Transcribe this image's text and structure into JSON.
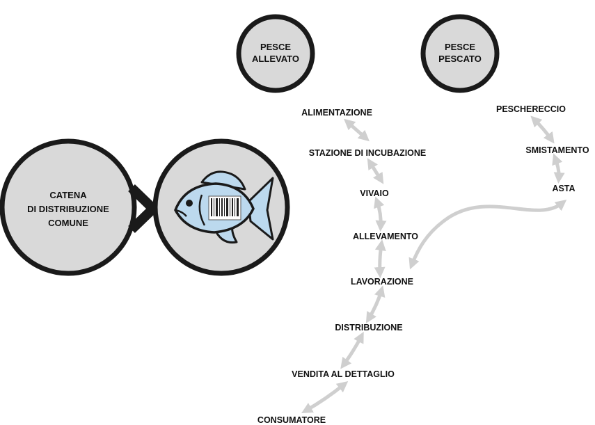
{
  "colors": {
    "circle_fill": "#d9d9d9",
    "circle_stroke": "#1a1a1a",
    "arrow": "#cfcfcf",
    "fish_body": "#bcd9ee",
    "text": "#111111"
  },
  "top_circles": {
    "farmed": [
      "PESCE",
      "ALLEVATO"
    ],
    "caught": [
      "PESCE",
      "PESCATO"
    ]
  },
  "left_circle": [
    "CATENA",
    "DI DISTRIBUZIONE",
    "COMUNE"
  ],
  "fish_icon": "fish-with-barcode-icon",
  "chevron_icon": "chevron-right-icon",
  "farmed_chain": [
    "ALIMENTAZIONE",
    "STAZIONE DI INCUBAZIONE",
    "VIVAIO",
    "ALLEVAMENTO",
    "LAVORAZIONE",
    "DISTRIBUZIONE",
    "VENDITA AL DETTAGLIO",
    "CONSUMATORE"
  ],
  "caught_chain": [
    "PESCHERECCIO",
    "SMISTAMENTO",
    "ASTA"
  ]
}
